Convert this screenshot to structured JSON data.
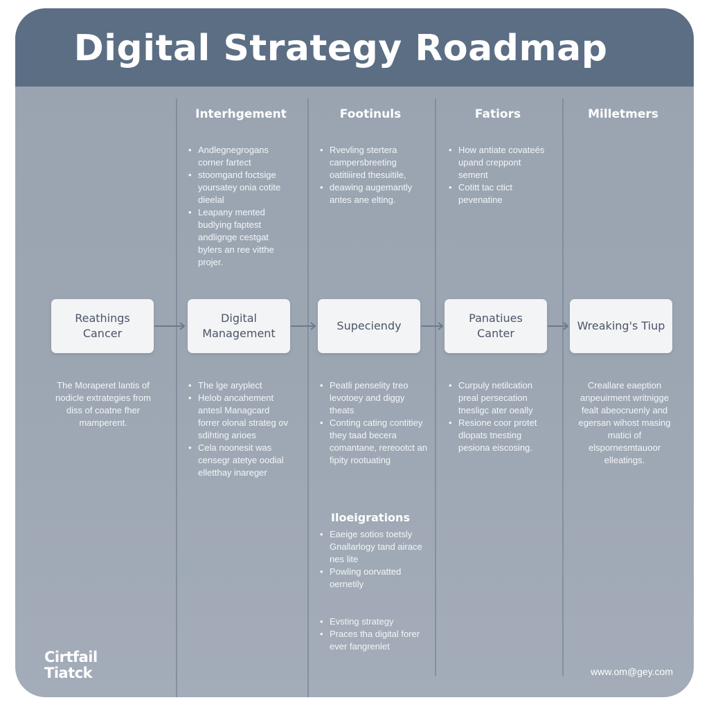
{
  "title": "Digital Strategy Roadmap",
  "columns": [
    {
      "heading": "Interhgement"
    },
    {
      "heading": "Footinuls"
    },
    {
      "heading": "Fatiors"
    },
    {
      "heading": "Milletmers"
    }
  ],
  "top_bullets": [
    [
      "Andlegnegrogans corner fartect",
      "stoomgand foctsige yoursatey onia cotite dieelal",
      "Leapany mented budlying faptest andlignge cestgat bylers an ree vitthe projer."
    ],
    [
      "Rvevling stertera campersbreeting oatitiiired thesuitile,",
      "deawing augemantly antes ane elting."
    ],
    [
      "How antiate covateés upand creppont sement",
      "Cotitt tac ctict pevenatine"
    ]
  ],
  "nodes": [
    {
      "label": "Reathings Cancer"
    },
    {
      "label": "Digital Management"
    },
    {
      "label": "Supeciendy"
    },
    {
      "label": "Panatiues Canter"
    },
    {
      "label": "Wreaking's Tiup"
    }
  ],
  "bottom_texts": {
    "col1": "The Moraperet lantis of nodicle extrategies from diss of coatne fher mamperent.",
    "col2": [
      "The lge aryplect",
      "Helob ancahement antesl Managcard forrer olonal strateg ov sdihting arioes",
      "Cela noonesit was censegr atetye oodial elletthay inareger"
    ],
    "col3": [
      "Peatli penselity treo levotoey and diggy theats",
      "Conting cating contitiey they taad becera comantane, rereootct an fipity rootuating"
    ],
    "col4": [
      "Curpuly netilcation preal persecation tnesligc ater oeally",
      "Resione coor protet dlopats tnesting pesiona eiscosing."
    ],
    "col5": "Creallare eaeption anpeuirment writnigge fealt abeocruenly and egersan wihost masing matici of elspornesmtauoor elleatings."
  },
  "sub_section": {
    "heading": "Iloeigrations",
    "bullets_a": [
      "Eaeige sotios toetsly Gnallarlogy tand airace nes lite",
      "Powling oorvatted oernetily"
    ],
    "bullets_b": [
      "Evsting strategy",
      "Praces tha digital forer ever fangrenlet"
    ]
  },
  "logo_text": "Cirtfail Tiatck",
  "footer_url": "www.om@gey.com",
  "colors": {
    "header": "#5c6e84",
    "background": "#9ca6b2",
    "node_fill": "#f3f4f6",
    "node_text": "#4a5566",
    "text": "#ffffff"
  }
}
